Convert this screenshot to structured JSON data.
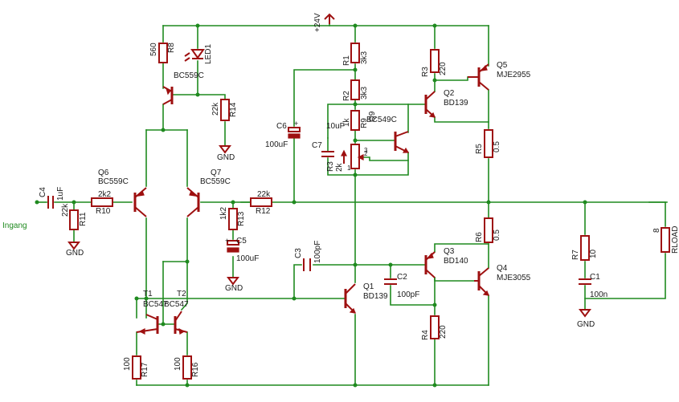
{
  "supply": {
    "label": "+24V"
  },
  "input": {
    "label": "Ingang"
  },
  "gnd_label": "GND",
  "resistors": {
    "R1": {
      "name": "R1",
      "value": "3k3"
    },
    "R2": {
      "name": "R2",
      "value": "3k3"
    },
    "R3": {
      "name": "R3",
      "value": "220"
    },
    "R4": {
      "name": "R4",
      "value": "220"
    },
    "R5": {
      "name": "R5",
      "value": "0.5"
    },
    "R6": {
      "name": "R6",
      "value": "0.5"
    },
    "R7": {
      "name": "R7",
      "value": "10"
    },
    "R8": {
      "name": "R8",
      "value": "560"
    },
    "R9": {
      "name": "R9",
      "value": "1k"
    },
    "R10": {
      "name": "R10",
      "value": "2k2"
    },
    "R11": {
      "name": "R11",
      "value": "22k"
    },
    "R12": {
      "name": "R12",
      "value": "22k"
    },
    "R13": {
      "name": "R13",
      "value": "1k2"
    },
    "R14": {
      "name": "R14",
      "value": "22k"
    },
    "R16": {
      "name": "R16",
      "value": "100"
    },
    "R17": {
      "name": "R17",
      "value": "100"
    },
    "RLOAD": {
      "name": "RLOAD",
      "value": "8"
    },
    "P": {
      "name": "R3",
      "value": "2k"
    }
  },
  "capacitors": {
    "C1": {
      "name": "C1",
      "value": "100n"
    },
    "C2": {
      "name": "C2",
      "value": "100pF"
    },
    "C3": {
      "name": "C3",
      "value": "100pF"
    },
    "C4": {
      "name": "C4",
      "value": "1uF"
    },
    "C5": {
      "name": "C5",
      "value": "100uF"
    },
    "C6": {
      "name": "C6",
      "value": "100uF"
    },
    "C7": {
      "name": "C7",
      "value": "10uF"
    }
  },
  "transistors": {
    "Q1": {
      "name": "Q1",
      "type": "BD139"
    },
    "Q2": {
      "name": "Q2",
      "type": "BD139"
    },
    "Q3": {
      "name": "Q3",
      "type": "BD140"
    },
    "Q4": {
      "name": "Q4",
      "type": "MJE3055"
    },
    "Q5": {
      "name": "Q5",
      "type": "MJE2955"
    },
    "Q6": {
      "name": "Q6",
      "type": "BC559C"
    },
    "Q7": {
      "name": "Q7",
      "type": "BC559C"
    },
    "Q8": {
      "type": "BC559C"
    },
    "Q9": {
      "name": "Q9",
      "type": "BC549C"
    },
    "T1": {
      "name": "T1",
      "type": "BC547"
    },
    "T2": {
      "name": "T2",
      "type": "BC547"
    }
  },
  "led": {
    "name": "LED1"
  },
  "pot_pins": {
    "p1": "1",
    "p2": "2",
    "p3": "3"
  }
}
